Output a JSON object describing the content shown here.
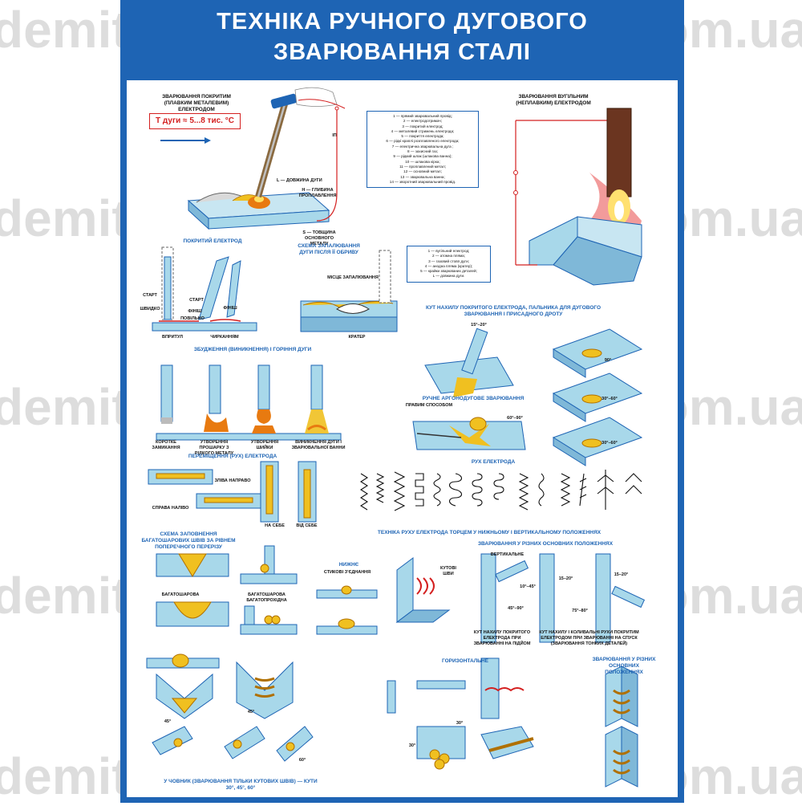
{
  "title": {
    "line1": "Техніка ручного дугового",
    "line2": "зварювання сталі"
  },
  "watermark": "demita.com.ua",
  "colors": {
    "brand_blue": "#1e64b4",
    "steel": "#a8d8ea",
    "flame": "#e87a10",
    "weld": "#f0c020",
    "circuit": "#d42020"
  },
  "sections": {
    "coated_welding": {
      "title": "Зварювання покритим (плавким металевим) електродом",
      "temp": "T дуги ≈ 5...8 тис. °C"
    },
    "carbon_welding": {
      "title": "Зварювання вугільним (неплавким) електродом"
    },
    "coated_electrode": {
      "title": "Покритий електрод"
    },
    "ignition_scheme": {
      "title": "Схема запалювання дуги після її обриву"
    },
    "angle": {
      "title": "Кут нахилу покритого електрода, пальника для дугового зварювання і присадного дроту"
    },
    "excitation": {
      "title": "Збудження (виникнення) і горіння дуги"
    },
    "argon": {
      "title": "Ручне аргонодугове зварювання"
    },
    "movement": {
      "title": "Переміщення (рух) електрода"
    },
    "electrode_motion": {
      "title": "Рух електрода"
    },
    "multipass_scheme": {
      "title": "Схема заповнення багатошарових швів за рівнем поперечного перерізу"
    },
    "lower": {
      "title": "Нижнє"
    },
    "end_motion": {
      "title": "Техніка руху електрода торцем у нижньому і вертикальному положеннях"
    },
    "positions": {
      "title": "Зварювання у різних основних положеннях"
    },
    "horizontal": {
      "title": "Горизонтальне"
    },
    "positions_small": {
      "title": "Зварювання у різних основних положеннях"
    }
  },
  "legend_coated": [
    "1 — прямий зварювальний провід;",
    "2 — електродотримач;",
    "3 — покритий електрод;",
    "4 — металевий стрижень електрода;",
    "5 — покриття електрода;",
    "6 — рідкі краплі розплавленого електрода;",
    "7 — електрична зварювальна дуга ;",
    "8 — захисний газ;",
    "9 — рідкий шлак (шлакова ванна);",
    "10 — шлакова кірка;",
    "11 — проплавлений метал;",
    "12 — основний метал;",
    "13 — зварювальна ванна;",
    "14 — зворотний зварювальний провід."
  ],
  "legend_carbon": [
    "1 — вугільний електрод;",
    "2 — атомна пляма;",
    "3 — газовий стовп дуги;",
    "4 — анодна пляма (кратер);",
    "5 — крайки зварюваних деталей;",
    "L — довжина дуги."
  ],
  "labels": {
    "arc_length": "L — довжина дуги",
    "penetration": "h — глибина проплавлення",
    "thickness": "S — товщина основного металу",
    "current": "Iп",
    "start1": "Старт",
    "fast": "Швидко",
    "start2": "Старт",
    "finish1": "Фініш",
    "slow": "Повільно",
    "finish2": "Фініш",
    "butt": "Впритул",
    "strike": "Чирканням",
    "ignition_place": "Місце запалювання",
    "crater": "Кратер",
    "short": "Коротке замикання",
    "bridge": "Утворення прошарку з рідкого металу",
    "neck": "Утворення шийки",
    "arc_birth": "Виникнення дуги і зварювальної ванни",
    "right_method": "Правим способом",
    "left_right": "Зліва направо",
    "right_left": "Справа наліво",
    "to_self": "На себе",
    "from_self": "Від себе",
    "multilayer": "Багатошарова",
    "multilayer_multipass": "Багатошарова багатопрохідна",
    "butt_joint": "Стикові з'єднання",
    "fillet": "Кутові шви",
    "vertical": "Вертикальне",
    "angle_up": "Кут нахилу покритого електрода при зварюванні на підйом",
    "angle_down": "Кут нахилу і коливальні рухи покритим електродом при зварюванні на спуск (зварювання тонких деталей)",
    "ceiling": "У човник (зварювання тільки кутових швів) — кути 30°, 45°, 60°",
    "deg_15_20": "15°–20°",
    "deg_60_90": "60°–90°",
    "deg_90": "90°",
    "deg_30_60": "30°–60°",
    "deg_30_60b": "30°–60°",
    "deg_10_45": "10°–45°",
    "deg_45_90": "45°–90°",
    "deg_15_20b": "15–20°",
    "deg_75_80": "75°–80°",
    "deg_15_20c": "15–20°",
    "deg_45": "45°",
    "deg_45b": "45°",
    "deg_30": "30°",
    "deg_60": "60°",
    "deg_30b": "30°"
  }
}
